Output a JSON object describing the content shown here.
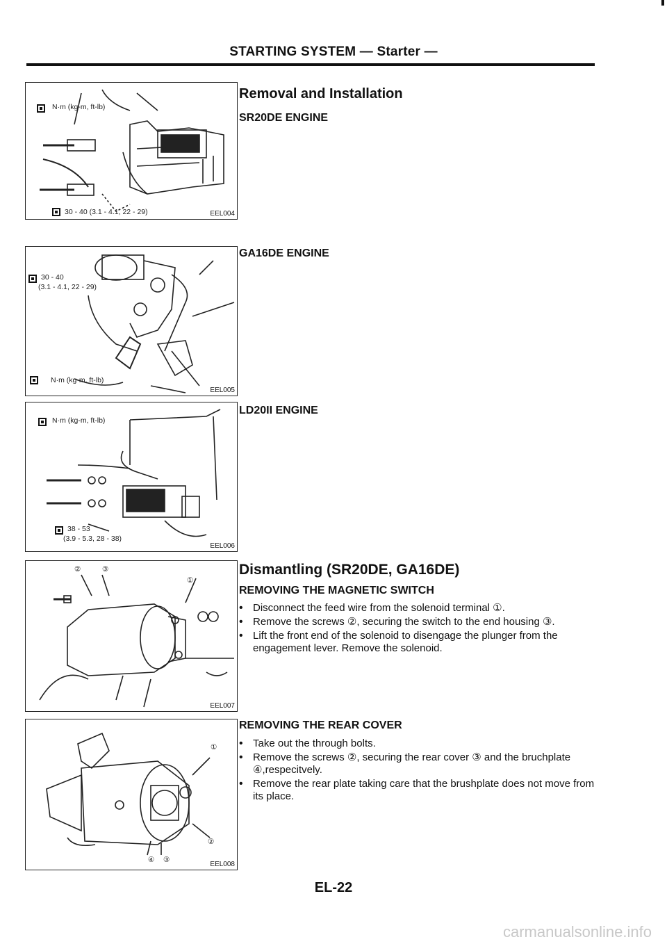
{
  "header": {
    "title": "STARTING SYSTEM — Starter —"
  },
  "figures": [
    {
      "code": "EEL004",
      "torque_unit": "N·m (kg-m, ft-lb)",
      "torque_value": "30 - 40 (3.1 - 4.1, 22 - 29)"
    },
    {
      "code": "EEL005",
      "torque_value_line1": "30 - 40",
      "torque_value_line2": "(3.1 - 4.1, 22 - 29)",
      "torque_unit": "N·m (kg-m, ft-lb)"
    },
    {
      "code": "EEL006",
      "torque_unit": "N·m (kg-m, ft-lb)",
      "torque_value_line1": "38 - 53",
      "torque_value_line2": "(3.9 - 5.3, 28 - 38)"
    },
    {
      "code": "EEL007",
      "callouts": [
        "②",
        "③",
        "①"
      ]
    },
    {
      "code": "EEL008",
      "callouts": [
        "①",
        "②",
        "④",
        "③"
      ]
    }
  ],
  "content": {
    "removal_title": "Removal and Installation",
    "sr20de": "SR20DE ENGINE",
    "ga16de": "GA16DE ENGINE",
    "ld20ii": "LD20II ENGINE",
    "dismantling_title": "Dismantling (SR20DE, GA16DE)",
    "magnetic_switch": {
      "heading": "REMOVING THE MAGNETIC SWITCH",
      "items": [
        "Disconnect the feed wire from the solenoid terminal ①.",
        "Remove the screws ②, securing the switch to the end housing ③.",
        "Lift the front end of the solenoid to disengage the plunger from the engagement lever. Remove the solenoid."
      ]
    },
    "rear_cover": {
      "heading": "REMOVING THE REAR COVER",
      "items": [
        "Take out the through bolts.",
        "Remove the screws ②, securing the rear cover ③ and the bruchplate ④,respecitvely.",
        "Remove the rear plate taking care that the brushplate does not move from its place."
      ]
    }
  },
  "footer": {
    "page_number": "EL-22",
    "watermark": "carmanualsonline.info"
  }
}
